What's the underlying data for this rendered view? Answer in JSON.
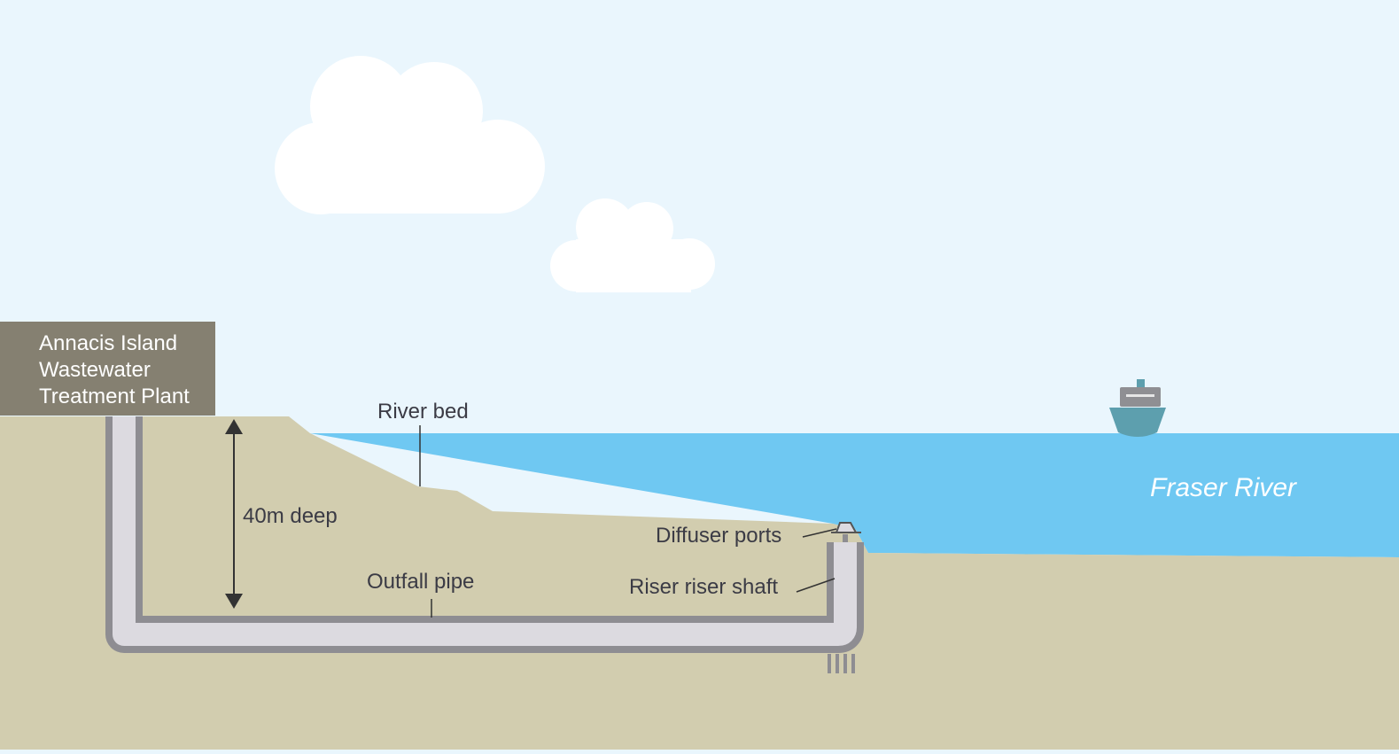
{
  "plant": {
    "lines": [
      "Annacis Island",
      "Wastewater",
      "Treatment Plant"
    ]
  },
  "labels": {
    "river_bed": "River bed",
    "depth": "40m deep",
    "outfall_pipe": "Outfall pipe",
    "diffuser_ports": "Diffuser ports",
    "riser_shaft": "Riser riser shaft",
    "river_name": "Fraser River"
  },
  "colors": {
    "sky": "#eaf6fd",
    "water": "#6fc8f2",
    "ground": "#d2cdaf",
    "plant_box": "#858071",
    "pipe_fill": "#dcdae0",
    "pipe_edge": "#8e8d92",
    "ship": "#5d9fae"
  }
}
